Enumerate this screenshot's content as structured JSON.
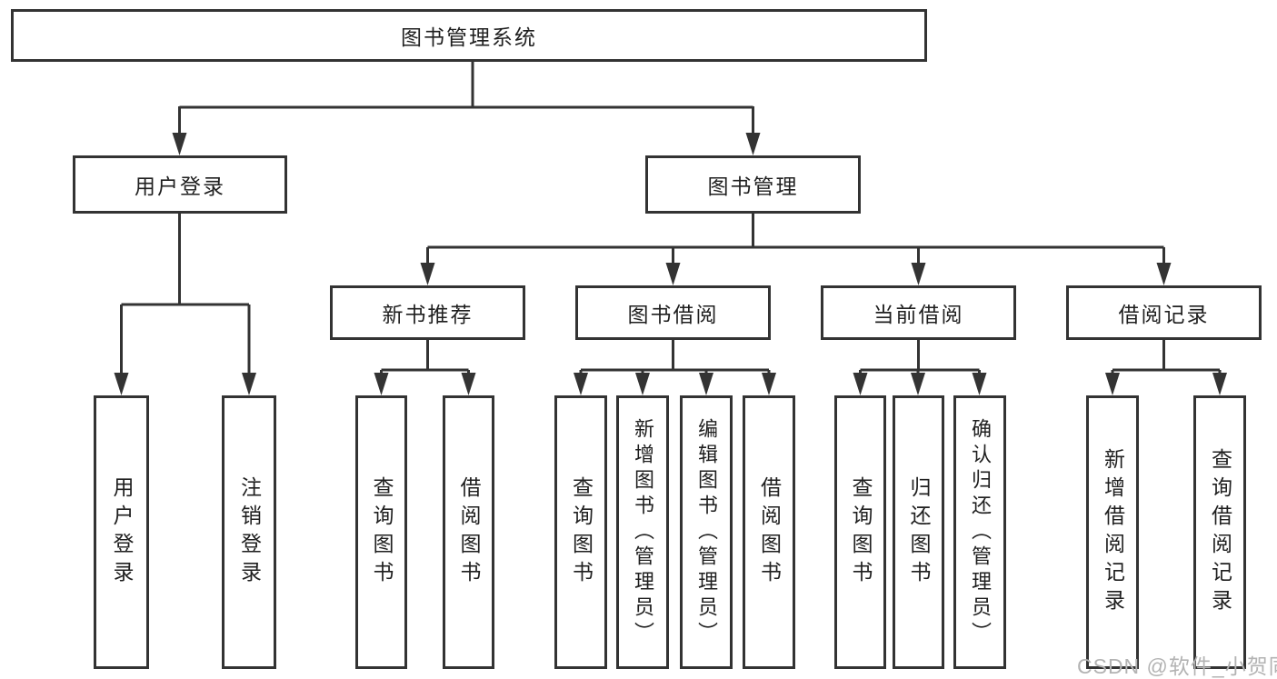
{
  "diagram": {
    "type": "tree",
    "orientation": "top-down",
    "tree": {
      "label": "图书管理系统",
      "children": [
        {
          "label": "用户登录",
          "children": [
            {
              "label": "用户登录"
            },
            {
              "label": "注销登录"
            }
          ]
        },
        {
          "label": "图书管理",
          "children": [
            {
              "label": "新书推荐",
              "children": [
                {
                  "label": "查询图书"
                },
                {
                  "label": "借阅图书"
                }
              ]
            },
            {
              "label": "图书借阅",
              "children": [
                {
                  "label": "查询图书"
                },
                {
                  "label": "新增图书（管理员）"
                },
                {
                  "label": "编辑图书（管理员）"
                },
                {
                  "label": "借阅图书"
                }
              ]
            },
            {
              "label": "当前借阅",
              "children": [
                {
                  "label": "查询图书"
                },
                {
                  "label": "归还图书"
                },
                {
                  "label": "确认归还（管理员）"
                }
              ]
            },
            {
              "label": "借阅记录",
              "children": [
                {
                  "label": "新增借阅记录"
                },
                {
                  "label": "查询借阅记录"
                }
              ]
            }
          ]
        }
      ]
    }
  },
  "watermark": "CSDN @软件_小贺同学",
  "colors": {
    "line": "#333333",
    "box_border": "#333333",
    "text": "#1f1f1f",
    "background": "#ffffff",
    "watermark": "#b3b3b3"
  }
}
